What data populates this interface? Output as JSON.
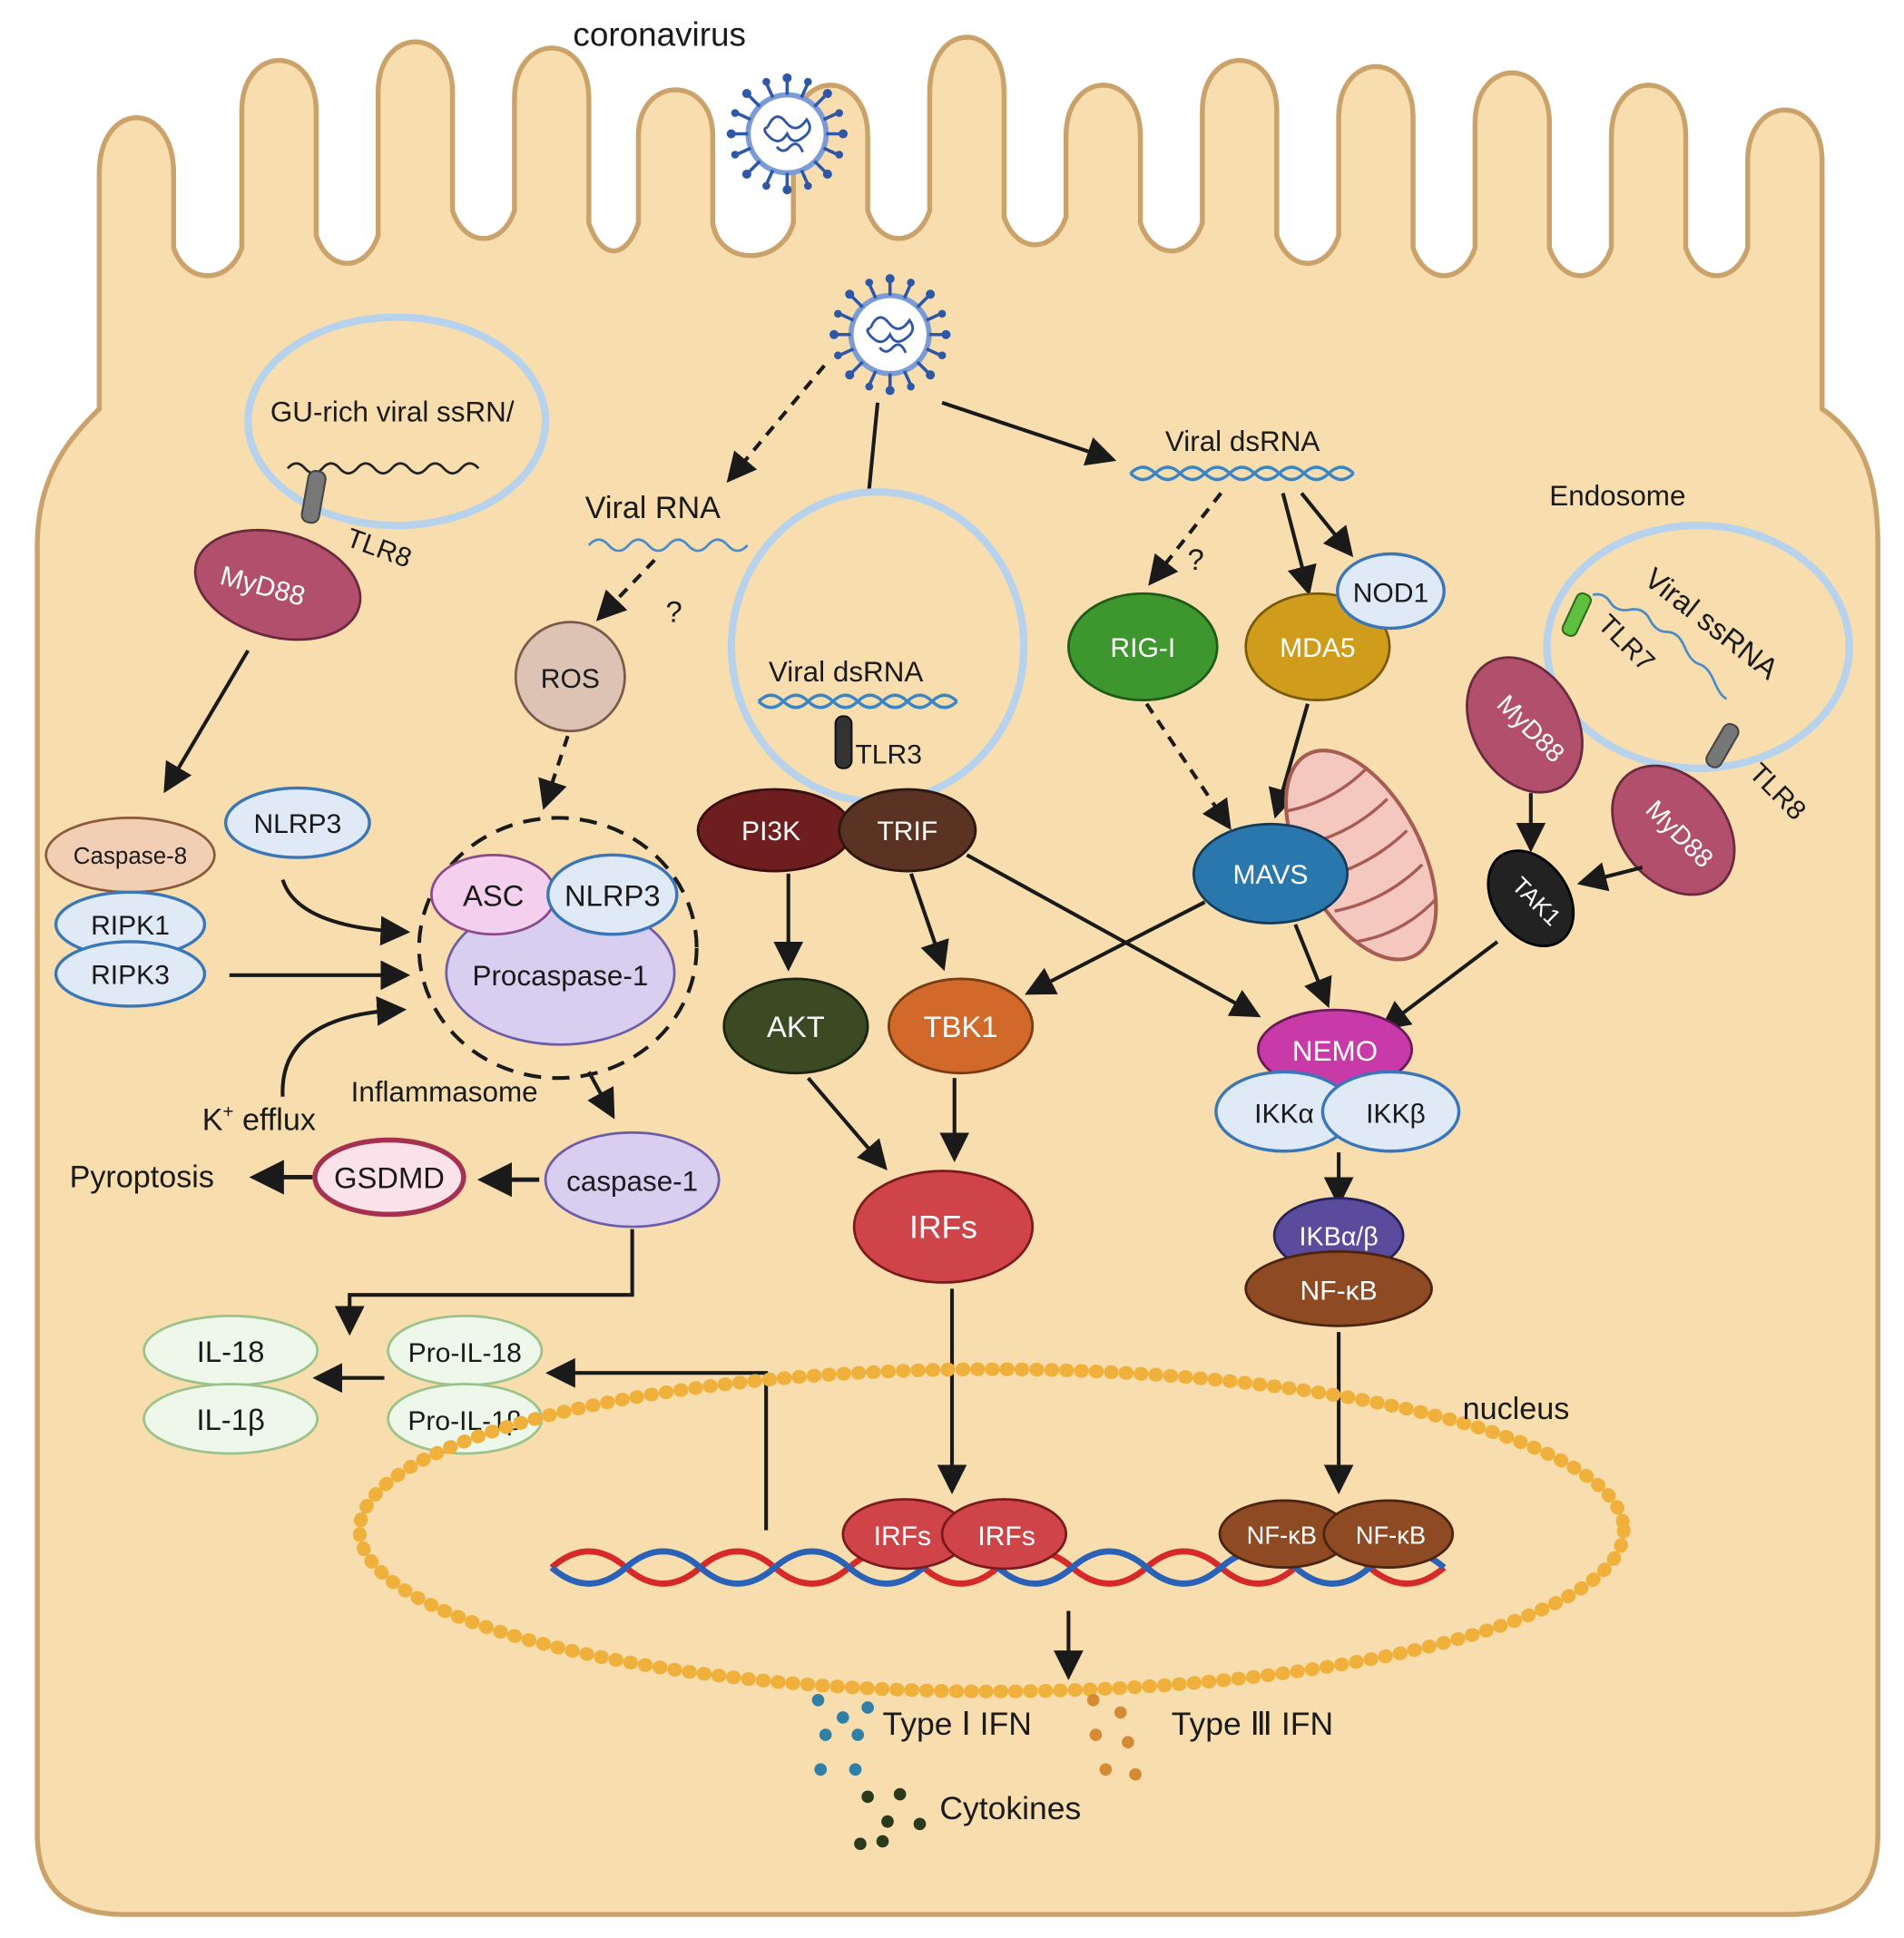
{
  "labels": {
    "coronavirus": "coronavirus",
    "gu_rich": "GU-rich viral ssRN/",
    "tlr8_a": "TLR8",
    "myd88_a": "MyD88",
    "viral_rna": "Viral  RNA",
    "q1": "?",
    "ros": "ROS",
    "viral_dsrna_endo": "Viral dsRNA",
    "tlr3": "TLR3",
    "viral_dsrna_cyto": "Viral dsRNA",
    "q2": "?",
    "rig1": "RIG-I",
    "mda5": "MDA5",
    "nod1": "NOD1",
    "endosome": "Endosome",
    "viral_ssrna": "Viral ssRNA",
    "tlr7": "TLR7",
    "myd88_b": "MyD88",
    "myd88_c": "MyD88",
    "tlr8_b": "TLR8",
    "tak1": "TAK1",
    "caspase8": "Caspase-8",
    "nlrp3_free": "NLRP3",
    "ripk1": "RIPK1",
    "ripk3": "RIPK3",
    "asc": "ASC",
    "nlrp3_complex": "NLRP3",
    "procaspase1": "Procaspase-1",
    "inflammasome": "Inflammasome",
    "k_efflux_k": "K",
    "k_efflux_sup": "+",
    "k_efflux_rest": " efflux",
    "pyroptosis": "Pyroptosis",
    "gsdmd": "GSDMD",
    "caspase1": "caspase-1",
    "pi3k": "PI3K",
    "trif": "TRIF",
    "akt": "AKT",
    "tbk1": "TBK1",
    "irfs": "IRFs",
    "mavs": "MAVS",
    "nemo": "NEMO",
    "ikka": "IKKα",
    "ikkb": "IKKβ",
    "ikba": "IKBα/β",
    "nfkb": "NF-κB",
    "il18": "IL-18",
    "il1b": "IL-1β",
    "pro_il18": "Pro-IL-18",
    "pro_il1b": "Pro-IL-1β",
    "nucleus": "nucleus",
    "irfs_dimer_1": "IRFs",
    "irfs_dimer_2": "IRFs",
    "nfkb_dimer_1": "NF-κB",
    "nfkb_dimer_2": "NF-κB",
    "type1": "Type  Ⅰ IFN",
    "type3": "Type  Ⅲ IFN",
    "cytokines": "Cytokines"
  },
  "colors": {
    "cell_fill": "#f8deae",
    "cell_stroke": "#caa26a",
    "myd88": "#b24f6c",
    "rig1": "#3d962e",
    "mda5": "#cf9c1c",
    "mavs": "#2a77ad",
    "pi3k": "#6e1e1e",
    "trif": "#5a3322",
    "akt": "#3b4a22",
    "tbk1": "#d0692a",
    "irfs": "#cf4448",
    "nemo": "#c73aa8",
    "ikba": "#5a4b9c",
    "nfkb": "#8e4a22",
    "ros": "#dcc3b4",
    "procaspase": "#d8cef0",
    "nucleus_dots": "#f0b13c"
  }
}
